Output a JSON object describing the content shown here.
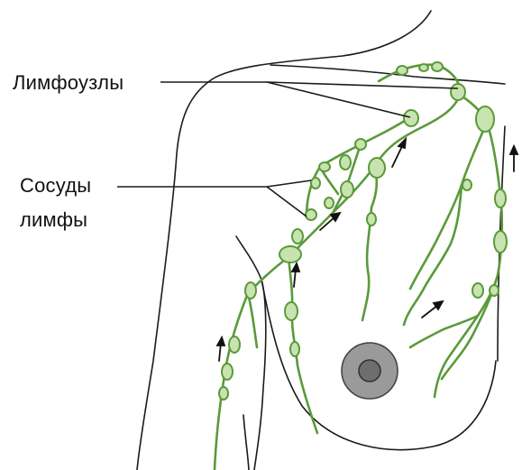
{
  "labels": {
    "lymph_nodes": "Лимфоузлы",
    "lymph_vessels_line1": "Сосуды",
    "lymph_vessels_line2": "лимфы"
  },
  "colors": {
    "outline": "#1a1a1a",
    "lymph_stroke": "#5a9a3a",
    "lymph_fill": "#c8e3b0",
    "areola": "#9a9a9a",
    "nipple": "#6e6e6e",
    "arrow": "#111111"
  }
}
